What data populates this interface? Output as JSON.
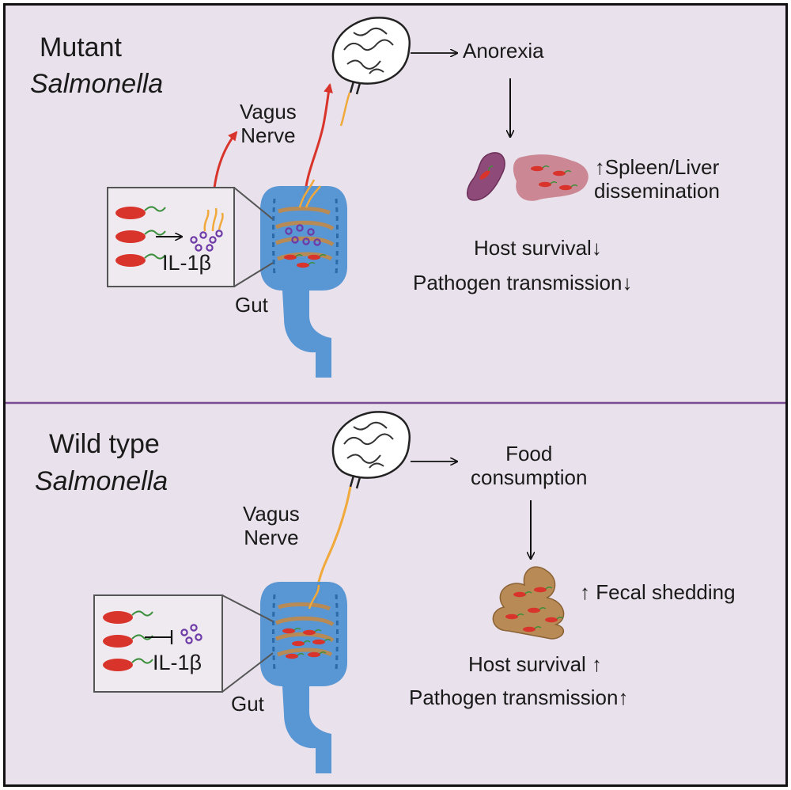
{
  "panels": {
    "mutant": {
      "title_line1": "Mutant",
      "title_line2": "Salmonella",
      "nerve_line1": "Vagus",
      "nerve_line2": "Nerve",
      "cytokine": "IL-1β",
      "organ": "Gut",
      "brain_output": "Anorexia",
      "dissemination_line1": "↑Spleen/Liver",
      "dissemination_line2": "dissemination",
      "survival": "Host survival↓",
      "transmission": "Pathogen transmission↓"
    },
    "wildtype": {
      "title_line1": "Wild type",
      "title_line2": "Salmonella",
      "nerve_line1": "Vagus",
      "nerve_line2": "Nerve",
      "cytokine": "IL-1β",
      "organ": "Gut",
      "brain_output_line1": "Food",
      "brain_output_line2": "consumption",
      "shedding": "↑  Fecal shedding",
      "survival": "Host survival ↑",
      "transmission": "Pathogen transmission↑"
    }
  },
  "colors": {
    "background": "#e9e1eb",
    "divider": "#7a4a92",
    "bacteria": "#d9342b",
    "flagella": "#3c8f3c",
    "nerve": "#f0a93a",
    "signal_arrow": "#d9342b",
    "cytokine": "#6d3aa6",
    "gut": "#4b8fd1",
    "spleen": "#8e4a78",
    "liver": "#c97d8b",
    "feces": "#b88a55"
  },
  "icons": [
    "brain-icon",
    "gut-icon",
    "bacteria-icon",
    "cytokine-icon",
    "spleen-icon",
    "liver-icon",
    "feces-icon"
  ]
}
